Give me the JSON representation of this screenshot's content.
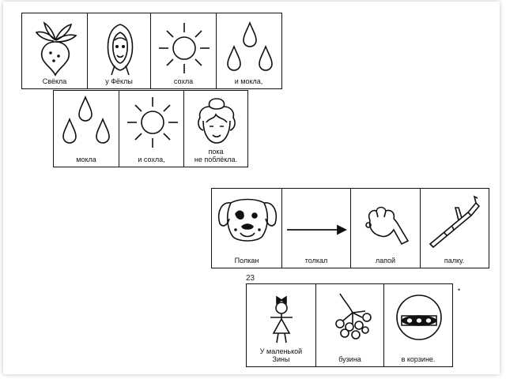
{
  "rows": [
    {
      "id": "row1",
      "cards": [
        {
          "icon": "beet-icon",
          "label": "Свёкла"
        },
        {
          "icon": "girl-in-headscarf-icon",
          "label": "у Фёклы"
        },
        {
          "icon": "sun-icon",
          "label": "сохла"
        },
        {
          "icon": "raindrops-icon",
          "label": "и мокла,"
        }
      ]
    },
    {
      "id": "row2",
      "cards": [
        {
          "icon": "raindrops-icon",
          "label": "мокла"
        },
        {
          "icon": "sun-icon",
          "label": "и сохла,"
        },
        {
          "icon": "girl-face-icon",
          "label": "пока\nне поблёкла."
        }
      ]
    },
    {
      "id": "row3",
      "cards": [
        {
          "icon": "dog-icon",
          "label": "Полкан"
        },
        {
          "icon": "arrow-right-icon",
          "label": "толкал"
        },
        {
          "icon": "paw-icon",
          "label": "лапой"
        },
        {
          "icon": "stick-icon",
          "label": "палку."
        }
      ]
    },
    {
      "id": "row4",
      "cards": [
        {
          "icon": "stick-figure-girl-icon",
          "label": "У маленькой\nЗины"
        },
        {
          "icon": "elderberry-icon",
          "label": "бузина"
        },
        {
          "icon": "basket-icon",
          "label": "в корзине."
        }
      ]
    }
  ],
  "page_number": "23",
  "corner_mark": "•"
}
